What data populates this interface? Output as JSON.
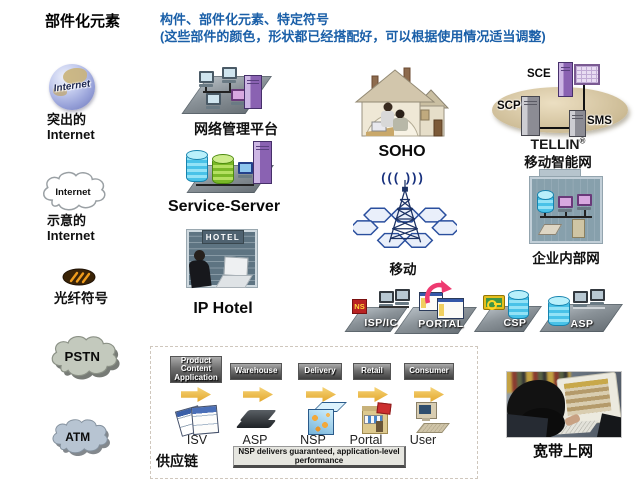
{
  "colors": {
    "subtitle_blue": "#1a5fa8",
    "platform_gray": "#8a9298",
    "arrow_gold": "#e8b93f",
    "pstn_cloud": "#c3c9bd",
    "atm_cloud": "#b7c4d2",
    "radio_wave_blue": "#17307d"
  },
  "header": {
    "title": "部件化元素",
    "subtitle_line1": "构件、部件化元素、特定符号",
    "subtitle_line2": "(这些部件的颜色，形状都已经搭配好，可以根据使用情况适当调整)"
  },
  "left_column": {
    "internet_globe": {
      "globe_text": "Internet",
      "label_line1": "突出的",
      "label_line2": "Internet"
    },
    "internet_cloud": {
      "cloud_text": "Internet",
      "label_line1": "示意的",
      "label_line2": "Internet"
    },
    "fiber": {
      "label": "光纤符号"
    },
    "pstn": {
      "label": "PSTN"
    },
    "atm": {
      "label": "ATM"
    }
  },
  "middle_column": {
    "network_platform": {
      "label": "网络管理平台"
    },
    "service_server": {
      "label": "Service-Server"
    },
    "ip_hotel": {
      "sign_text": "HOTEL",
      "label": "IP Hotel"
    }
  },
  "center_column": {
    "soho": {
      "label": "SOHO"
    },
    "mobile": {
      "radio_waves": "((( )))",
      "label": "移动"
    }
  },
  "right_column": {
    "tellin": {
      "name": "TELLIN",
      "trademark": "®",
      "label": "移动智能网",
      "nodes": {
        "sce": "SCE",
        "scp": "SCP",
        "sms": "SMS"
      }
    },
    "intranet": {
      "label": "企业内部网"
    },
    "broadband": {
      "label": "宽带上网"
    }
  },
  "service_platforms": [
    {
      "label": "ISP/IC",
      "logo_text": "NS"
    },
    {
      "label": "PORTAL"
    },
    {
      "label": "CSP"
    },
    {
      "label": "ASP"
    }
  ],
  "supply_chain": {
    "label": "供应链",
    "stages": [
      {
        "stage": "Product Content Application",
        "actor": "ISV"
      },
      {
        "stage": "Warehouse",
        "actor": "ASP"
      },
      {
        "stage": "Delivery",
        "actor": "NSP"
      },
      {
        "stage": "Retail",
        "actor": "Portal"
      },
      {
        "stage": "Consumer",
        "actor": "User"
      }
    ],
    "note_line1": "NSP delivers guaranteed, application-level",
    "note_line2": "performance"
  }
}
